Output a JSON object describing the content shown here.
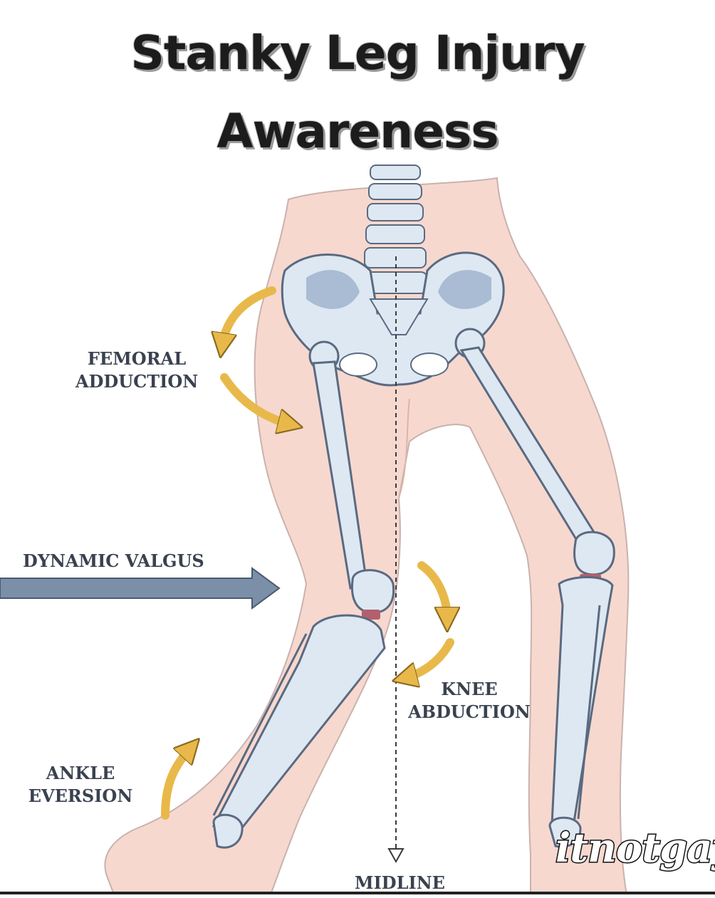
{
  "title": {
    "line1": "Stanky Leg Injury",
    "line2": "Awareness"
  },
  "labels": {
    "femoral_line1": "FEMORAL",
    "femoral_line2": "ADDUCTION",
    "valgus": "DYNAMIC VALGUS",
    "knee_line1": "KNEE",
    "knee_line2": "ABDUCTION",
    "ankle_line1": "ANKLE",
    "ankle_line2": "EVERSION",
    "midline": "MIDLINE"
  },
  "watermark": "itnotgay",
  "colors": {
    "skin": "#f7d8cf",
    "skin_outline": "#c9b2ad",
    "bone": "#dde8f3",
    "bone_outline": "#5a6a80",
    "bone_shadow": "#a9bcd3",
    "arrow_yellow": "#e8b94a",
    "arrow_blue": "#7b90a8",
    "cartilage": "#b3606e",
    "text": "#3a4250"
  }
}
